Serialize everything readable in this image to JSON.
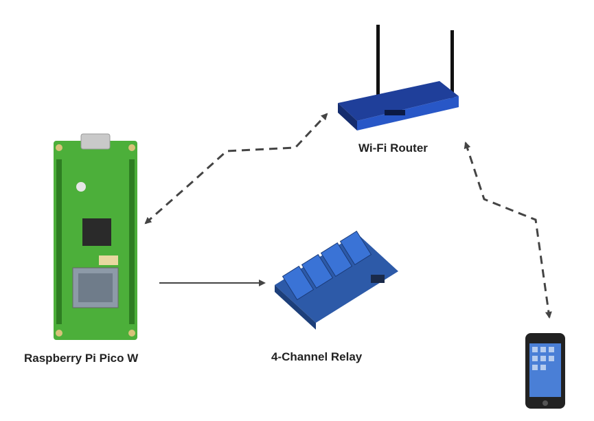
{
  "labels": {
    "router": "Wi-Fi Router",
    "pico": "Raspberry Pi Pico W",
    "relay": "4-Channel Relay"
  },
  "connections": [
    {
      "from": "pico",
      "to": "router",
      "style": "dashed",
      "direction": "bidirectional"
    },
    {
      "from": "pico",
      "to": "relay",
      "style": "solid",
      "direction": "one-way"
    },
    {
      "from": "router",
      "to": "phone",
      "style": "dashed",
      "direction": "bidirectional"
    }
  ],
  "colors": {
    "pico_board": "#4caf3a",
    "router_body": "#2857c7",
    "relay_board": "#2d5aa8",
    "relay_block": "#3a73d6",
    "phone_body": "#222222",
    "arrow": "#444444"
  },
  "icons": {
    "pico": "pico-board-icon",
    "router": "router-icon",
    "relay": "relay-module-icon",
    "phone": "smartphone-icon"
  }
}
